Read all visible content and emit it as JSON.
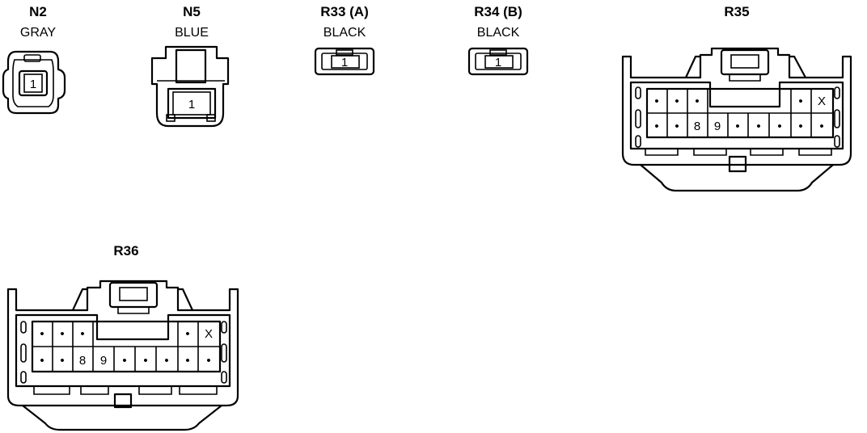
{
  "connectors": {
    "n2": {
      "code": "N2",
      "color": "GRAY",
      "pin": "1"
    },
    "n5": {
      "code": "N5",
      "color": "BLUE",
      "pin": "1"
    },
    "r33": {
      "code": "R33 (A)",
      "color": "BLACK",
      "pin": "1"
    },
    "r34": {
      "code": "R34 (B)",
      "color": "BLACK",
      "pin": "1"
    },
    "r35": {
      "code": "R35",
      "top_row": [
        "•",
        "•",
        "•",
        "",
        "",
        "",
        "",
        "",
        "•",
        "X"
      ],
      "bottom_row": [
        "•",
        "•",
        "8",
        "9",
        "•",
        "•",
        "•",
        "•",
        "•"
      ]
    },
    "r36": {
      "code": "R36",
      "top_row": [
        "•",
        "•",
        "•",
        "",
        "",
        "",
        "",
        "",
        "•",
        "X"
      ],
      "bottom_row": [
        "•",
        "•",
        "8",
        "9",
        "•",
        "•",
        "•",
        "•",
        "•"
      ]
    }
  }
}
